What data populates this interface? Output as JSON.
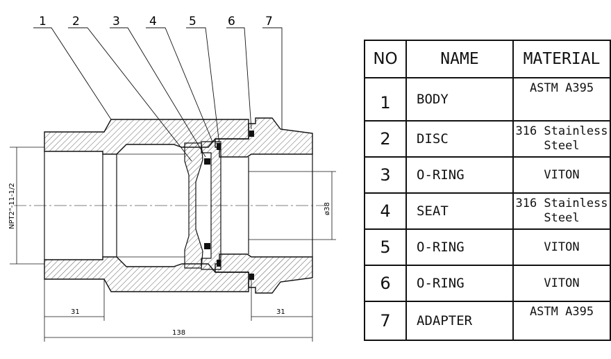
{
  "balloons": [
    "1",
    "2",
    "3",
    "4",
    "5",
    "6",
    "7"
  ],
  "dimensions": {
    "thread": "NPT2\"-11-1/2",
    "bore": "ø38",
    "left_length": "31",
    "right_length": "31",
    "overall_length": "138"
  },
  "table": {
    "headers": [
      "NO",
      "NAME",
      "MATERIAL"
    ],
    "rows": [
      {
        "no": "1",
        "name": "BODY",
        "material": "ASTM A395"
      },
      {
        "no": "2",
        "name": "DISC",
        "material": "316 Stainless Steel"
      },
      {
        "no": "3",
        "name": "O-RING",
        "material": "VITON"
      },
      {
        "no": "4",
        "name": "SEAT",
        "material": "316 Stainless Steel"
      },
      {
        "no": "5",
        "name": "O-RING",
        "material": "VITON"
      },
      {
        "no": "6",
        "name": "O-RING",
        "material": "VITON"
      },
      {
        "no": "7",
        "name": "ADAPTER",
        "material": "ASTM A395"
      }
    ]
  }
}
